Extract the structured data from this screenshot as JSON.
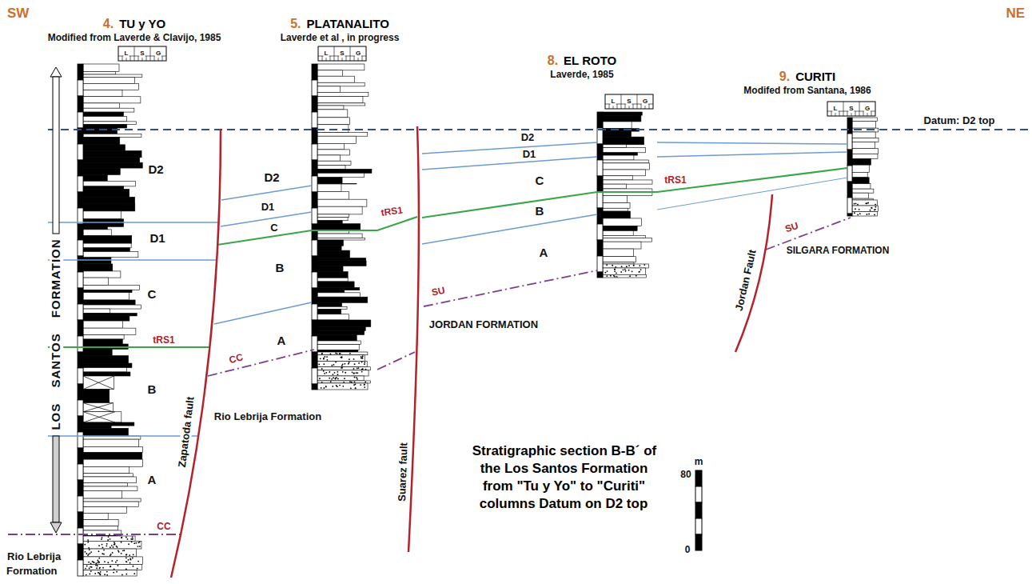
{
  "diagram": {
    "title": "Stratigraphic section B-B´ of the Los Santos Formation from \"Tu y Yo\" to \"Curiti\" columns Datum on D2 top",
    "nodes": [
      {
        "text": [
          "4.",
          "TU y YO",
          "Modified from Laverde & Clavijo, 1985"
        ]
      },
      {
        "text": [
          "5.",
          "PLATANALITO",
          "Laverde et al , in progress"
        ]
      },
      {
        "text": [
          "8.",
          "EL ROTO",
          "Laverde, 1985"
        ]
      },
      {
        "text": [
          "9.",
          "CURITI",
          "Modifed from Santana, 1986"
        ]
      }
    ],
    "labels": [
      "SW",
      "NE",
      "L",
      "S",
      "G",
      "L",
      "S",
      "G",
      "L",
      "S",
      "G",
      "L",
      "S",
      "G",
      "LOS SANTOS FORMATION",
      "D2",
      "D1",
      "C",
      "tRS1",
      "B",
      "A",
      "CC",
      "Rio Lebrija Formation",
      "Zapatoda fault",
      "D2",
      "D1",
      "C",
      "B",
      "A",
      "CC",
      "Rio Lebrija Formation",
      "tRS1",
      "Suarez fault",
      "D2",
      "D1",
      "C",
      "B",
      "A",
      "SU",
      "JORDAN FORMATION",
      "tRS1",
      "Jordan Fault",
      "SU",
      "SILGARA FORMATION",
      "Datum: D2 top",
      "m",
      "80",
      "0"
    ]
  }
}
